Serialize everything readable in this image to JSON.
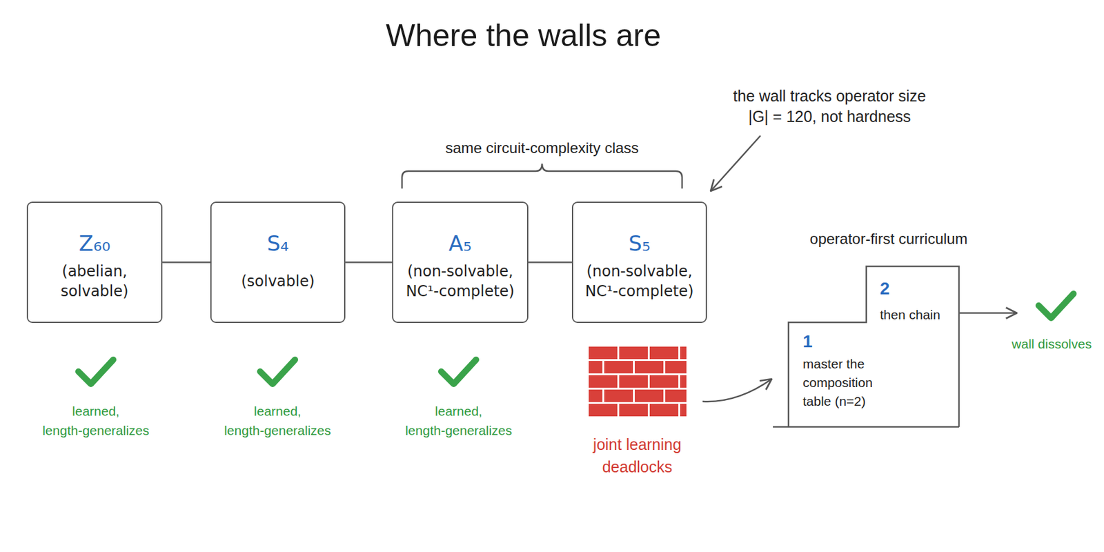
{
  "diagram": {
    "title": "Where the walls are",
    "nodes": [
      {
        "text": [
          "Z₆₀",
          "(abelian, solvable)"
        ]
      },
      {
        "text": [
          "S₄",
          "(solvable)"
        ]
      },
      {
        "text": [
          "A₅",
          "(non-solvable, NC¹-complete)"
        ]
      },
      {
        "text": [
          "S₅",
          "(non-solvable, NC¹-complete)"
        ]
      },
      {
        "text": [
          "operator-first curriculum",
          "1",
          "master the composition table (n=2)",
          "2",
          "then chain"
        ]
      }
    ],
    "edges": [
      {
        "from": 0,
        "to": 1,
        "arrow": "none"
      },
      {
        "from": 1,
        "to": 2,
        "arrow": "none"
      },
      {
        "from": 2,
        "to": 3,
        "arrow": "none"
      }
    ],
    "labels": [
      "same circuit-complexity class",
      "the wall tracks operator size |G| = 120, not hardness",
      "learned, length-generalizes",
      "learned, length-generalizes",
      "learned, length-generalizes",
      "joint learning deadlocks",
      "wall dissolves"
    ]
  }
}
